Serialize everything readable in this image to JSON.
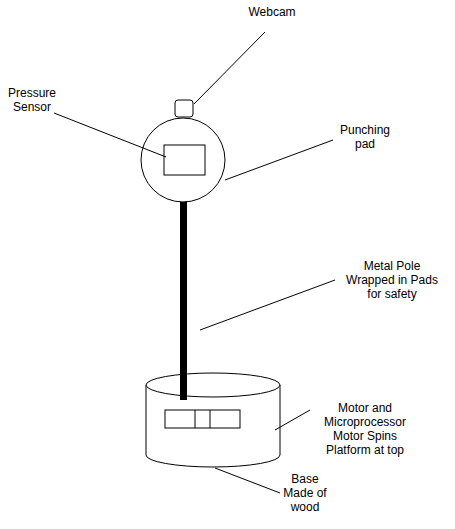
{
  "diagram": {
    "labels": [
      "Webcam",
      "Pressure Sensor",
      "Punching pad",
      "Metal Pole Wrapped in Pads for safety",
      "Motor and Microprocessor Motor Spins Platform at top",
      "Base Made of wood"
    ]
  }
}
